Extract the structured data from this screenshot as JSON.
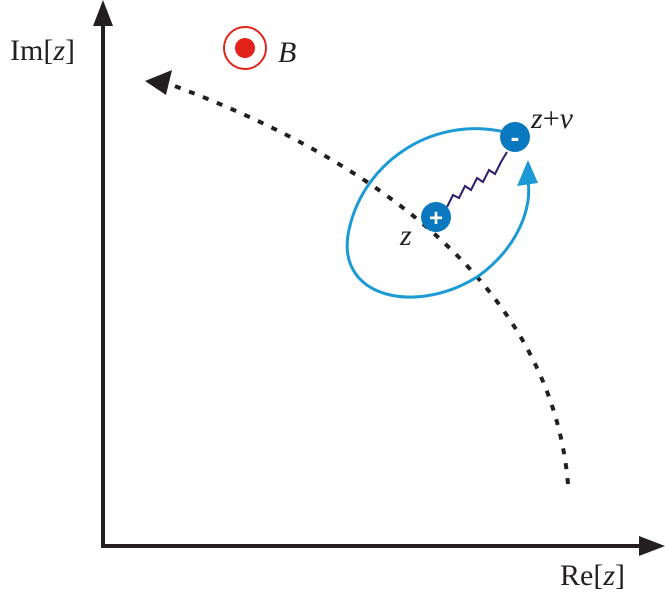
{
  "axes": {
    "y_label": {
      "prefix": "Im[",
      "var": "z",
      "suffix": "]"
    },
    "x_label": {
      "prefix": "Re[",
      "var": "z",
      "suffix": "]"
    }
  },
  "field": {
    "label": "B",
    "symbol": "out-of-page-dot-icon"
  },
  "charges": {
    "positive": {
      "sign": "+",
      "label": "z"
    },
    "negative": {
      "sign": "-",
      "label_var": "z",
      "label_op": "+",
      "label_var2": "v"
    }
  },
  "colors": {
    "axis": "#231f20",
    "orbit": "#1b9ad6",
    "charge_fill": "#0a78be",
    "spring": "#2a1f6e",
    "field": "#e2231a",
    "trajectory": "#231f20"
  }
}
